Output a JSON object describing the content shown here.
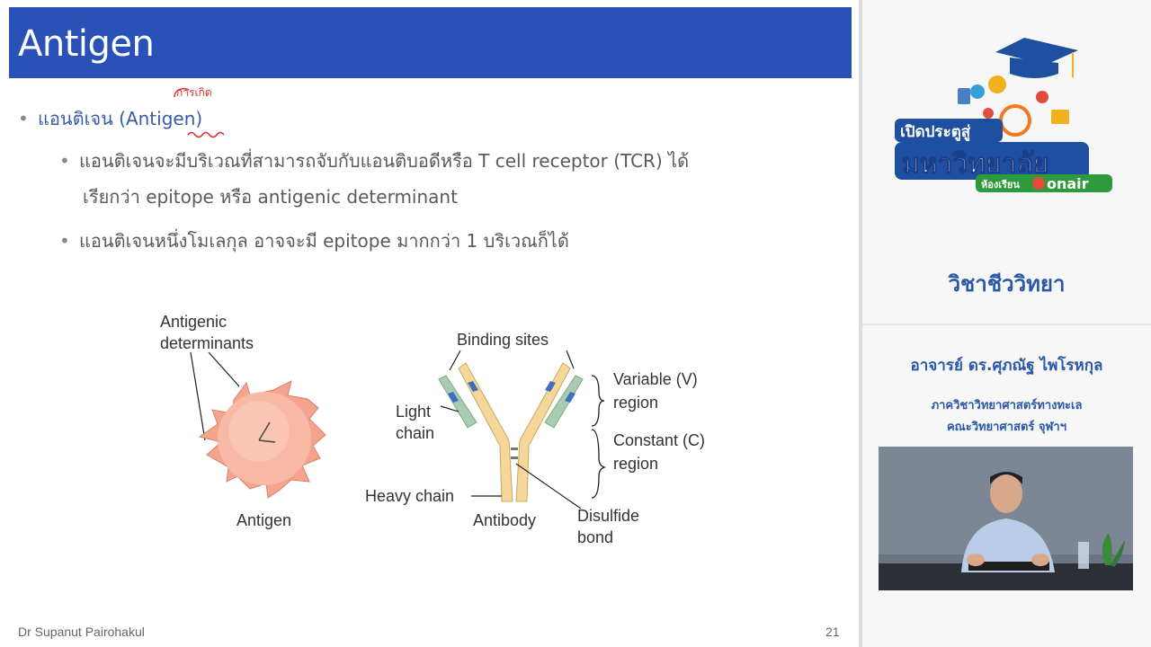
{
  "slide": {
    "title": "Antigen",
    "annotation": "การเกิด",
    "bullet1": "แอนติเจน (Antigen)",
    "bullet2_line1": "แอนติเจนจะมีบริเวณที่สามารถจับกับแอนติบอดีหรือ T cell receptor (TCR) ได้",
    "bullet2_line2": "เรียกว่า epitope หรือ antigenic determinant",
    "bullet3": "แอนติเจนหนึ่งโมเลกุล อาจจะมี epitope มากกว่า 1 บริเวณก็ได้",
    "footer_author": "Dr Supanut Pairohakul",
    "page_number": "21"
  },
  "diagram": {
    "antigenic_line1": "Antigenic",
    "antigenic_line2": "determinants",
    "antigen_label": "Antigen",
    "binding_sites": "Binding sites",
    "light_line1": "Light",
    "light_line2": "chain",
    "heavy_chain": "Heavy chain",
    "antibody_label": "Antibody",
    "variable_line1": "Variable (V)",
    "variable_line2": "region",
    "constant_line1": "Constant (C)",
    "constant_line2": "region",
    "disulfide_line1": "Disulfide",
    "disulfide_line2": "bond"
  },
  "sidebar": {
    "logo_line1": "เปิดประตูสู่",
    "logo_line2": "มหาวิทยาลัย",
    "logo_line3": "ห้องเรียน",
    "logo_line4": "onair",
    "subject": "วิชาชีววิทยา",
    "teacher": "อาจารย์ ดร.ศุภณัฐ ไพโรหกุล",
    "dept_line1": "ภาควิชาวิทยาศาสตร์ทางทะเล",
    "dept_line2": "คณะวิทยาศาสตร์ จุฬาฯ"
  },
  "colors": {
    "title_bar": "#2a51b8",
    "accent_blue": "#2a58a8",
    "annotation_red": "#e0302e",
    "antigen_fill": "#f4a48e",
    "heavy_chain": "#f5d79a",
    "light_chain": "#a9ccb0",
    "binding_blue": "#3f6fbf"
  }
}
